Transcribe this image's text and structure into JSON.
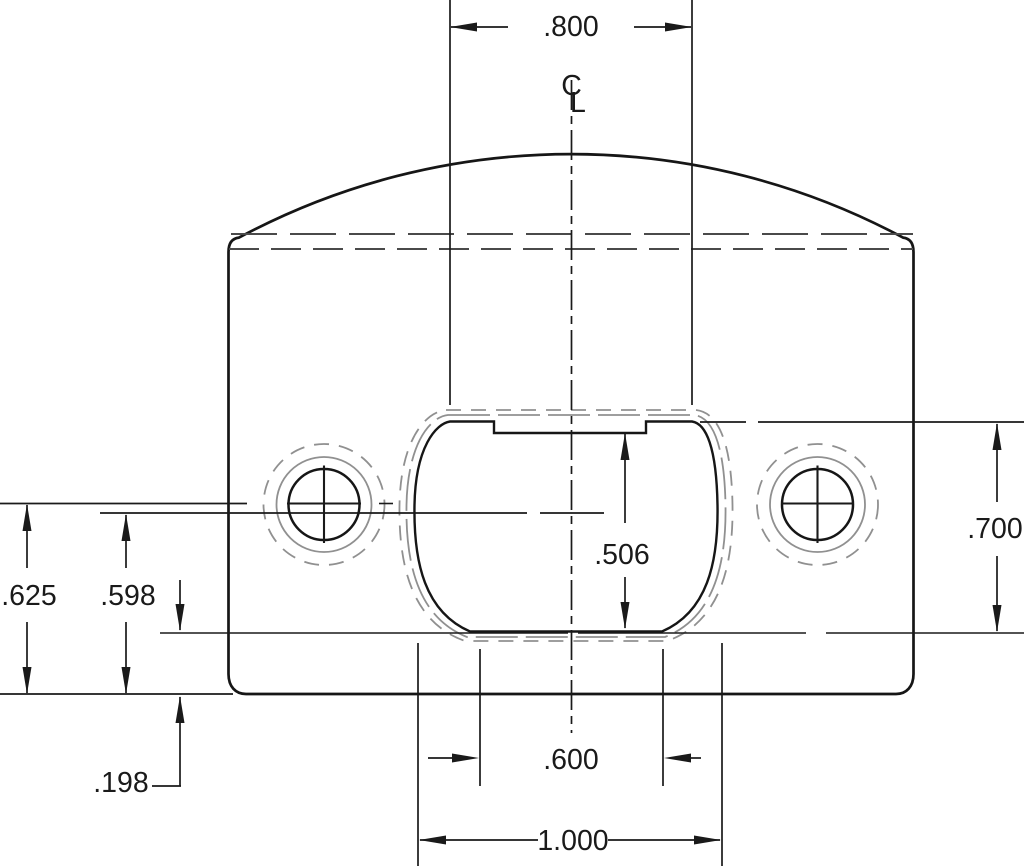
{
  "drawing": {
    "type": "mechanical-dimension-drawing",
    "centerline_symbol": {
      "c": "C",
      "l": "L"
    },
    "dims": {
      "top_width": ".800",
      "slot_height": ".506",
      "right_height": ".700",
      "hole_center_height": ".625",
      "slot_center_height": ".598",
      "base_offset": ".198",
      "slot_bottom_width": ".600",
      "slot_overall_width": "1.000"
    },
    "colors": {
      "line": "#1a1a1a",
      "outline": "#161616",
      "hidden_feature": "#909090",
      "hidden_edge": "#4a4a4a",
      "background": "#ffffff"
    }
  }
}
